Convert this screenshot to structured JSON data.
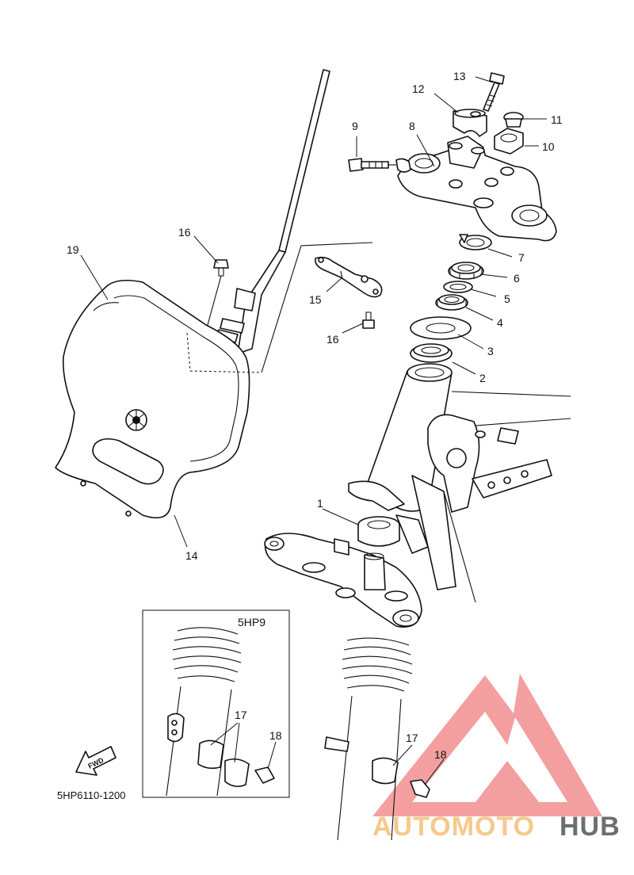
{
  "diagram": {
    "drawing_code": "5HP6110-1200",
    "inset_label": "5HP9",
    "fwd_label": "FWD",
    "callouts": [
      {
        "id": "c1",
        "text": "1"
      },
      {
        "id": "c2",
        "text": "2"
      },
      {
        "id": "c3",
        "text": "3"
      },
      {
        "id": "c4",
        "text": "4"
      },
      {
        "id": "c5",
        "text": "5"
      },
      {
        "id": "c6",
        "text": "6"
      },
      {
        "id": "c7",
        "text": "7"
      },
      {
        "id": "c8",
        "text": "8"
      },
      {
        "id": "c9",
        "text": "9"
      },
      {
        "id": "c10",
        "text": "10"
      },
      {
        "id": "c11",
        "text": "11"
      },
      {
        "id": "c12",
        "text": "12"
      },
      {
        "id": "c13",
        "text": "13"
      },
      {
        "id": "c14",
        "text": "14"
      },
      {
        "id": "c15",
        "text": "15"
      },
      {
        "id": "c16a",
        "text": "16"
      },
      {
        "id": "c16b",
        "text": "16"
      },
      {
        "id": "c17a",
        "text": "17"
      },
      {
        "id": "c17b",
        "text": "17"
      },
      {
        "id": "c18a",
        "text": "18"
      },
      {
        "id": "c18b",
        "text": "18"
      },
      {
        "id": "c19",
        "text": "19"
      }
    ]
  },
  "watermark": {
    "part1": "AUTOMOTO",
    "part2": "HUB",
    "colors": {
      "red": "#f08080",
      "orange": "#f6c98a",
      "gray": "#6e6e6e"
    }
  }
}
